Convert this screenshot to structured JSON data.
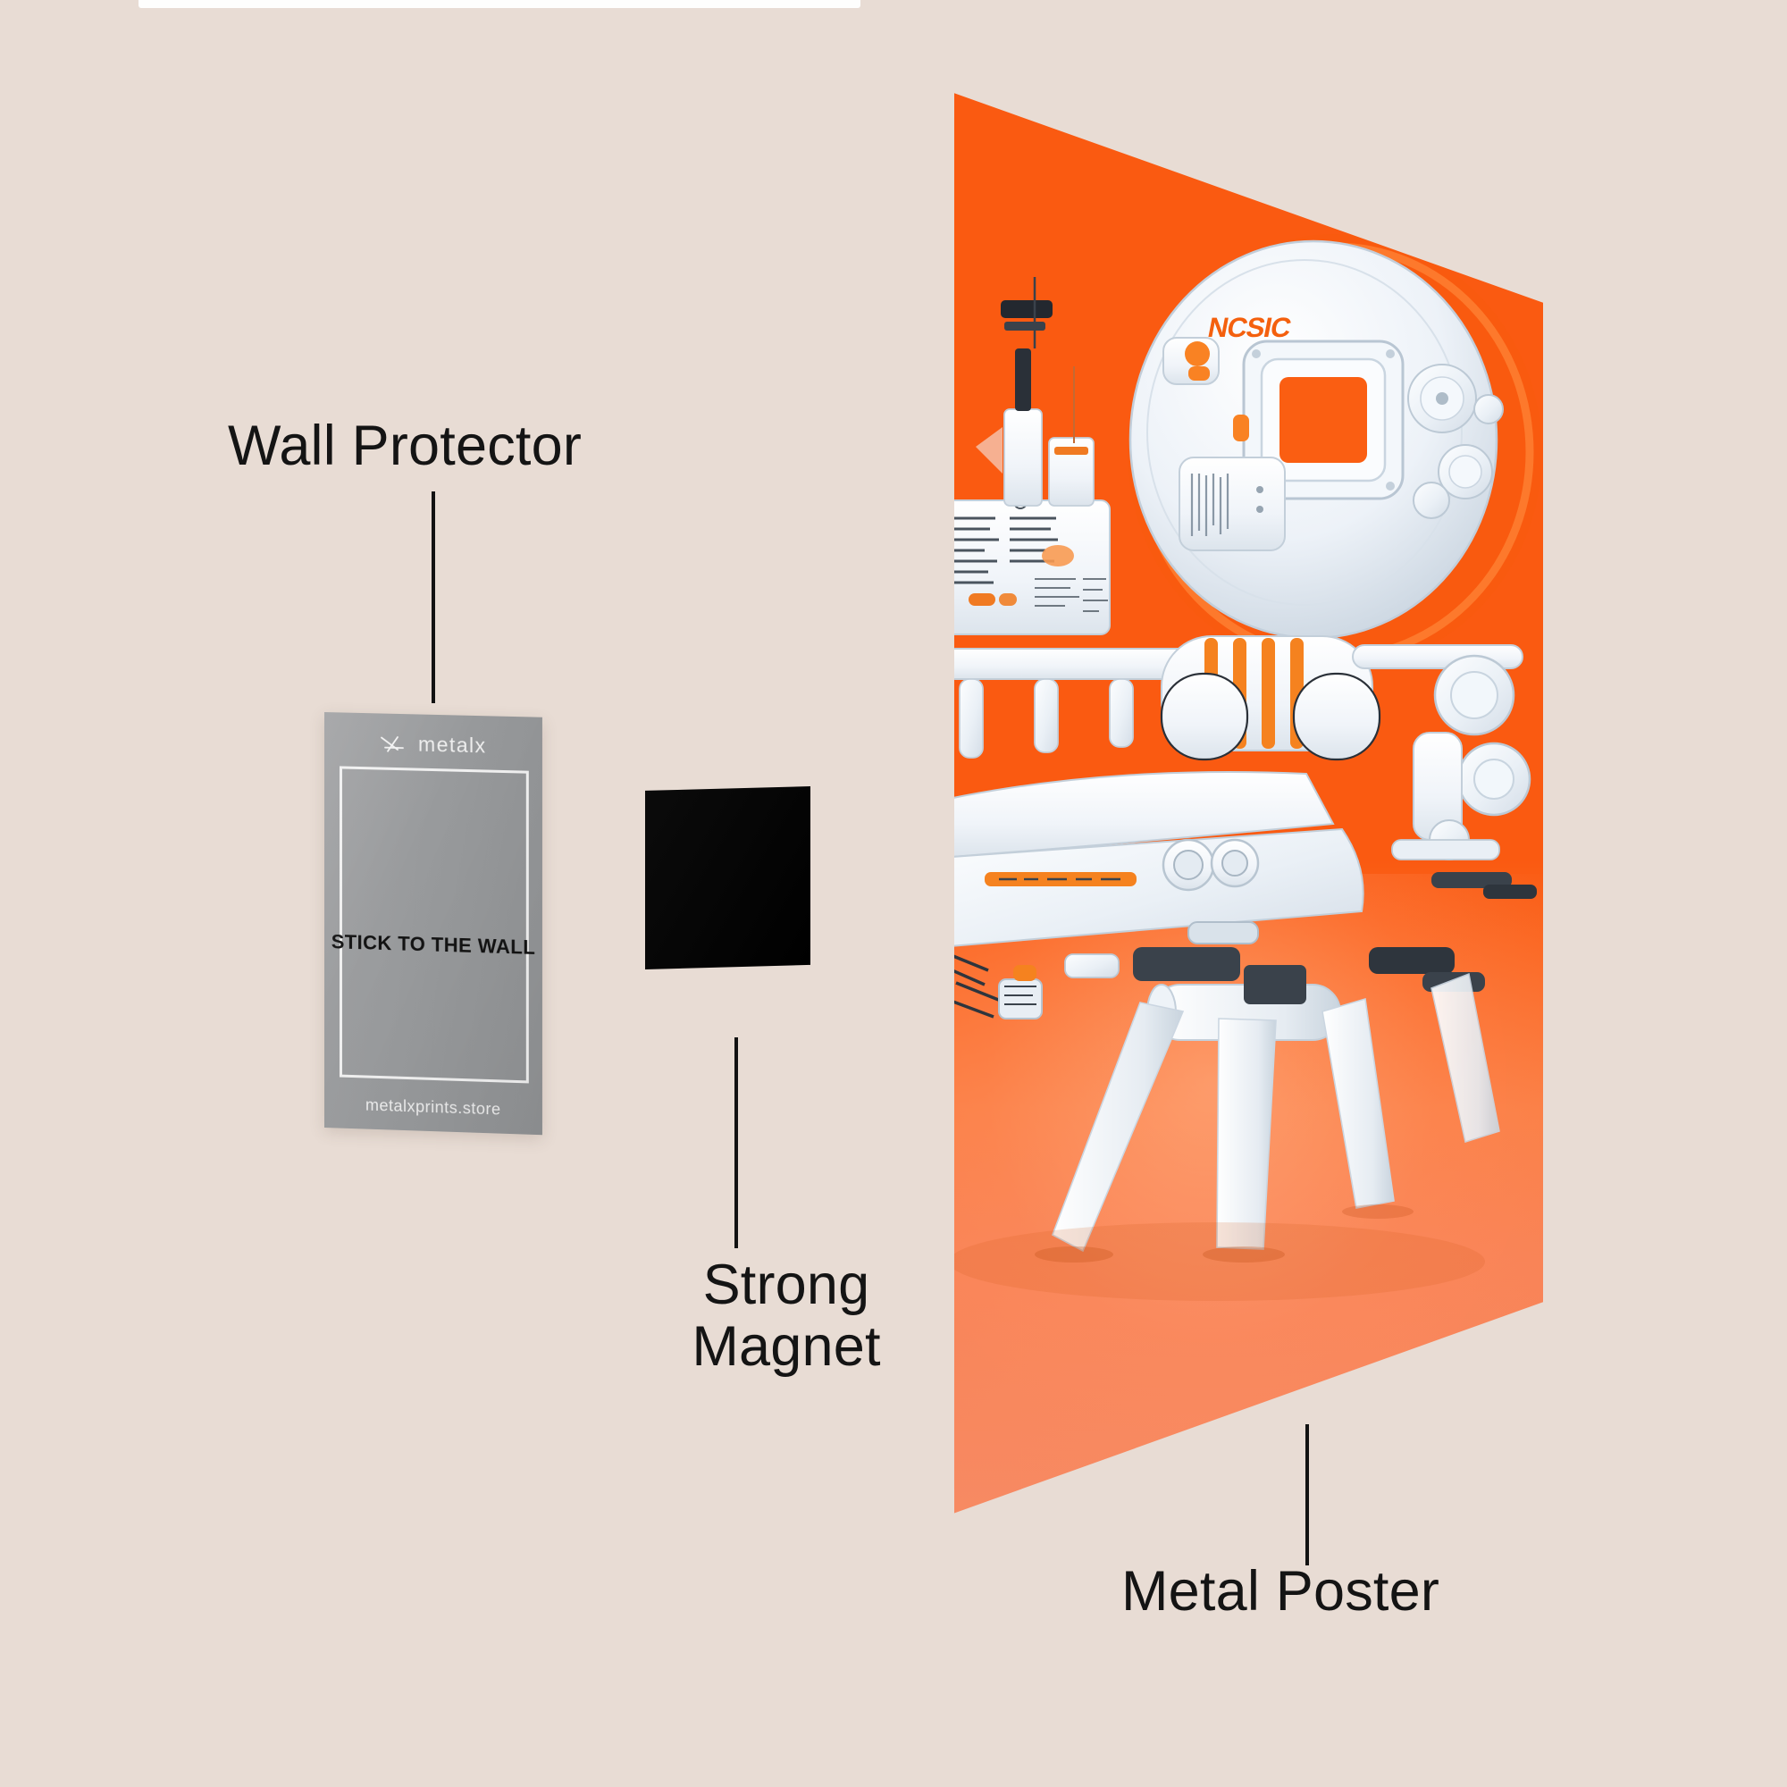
{
  "background": {
    "color": "#E8DCD4"
  },
  "callouts": [
    {
      "id": "wall-protector",
      "label": "Wall Protector"
    },
    {
      "id": "strong-magnet",
      "label": "Strong Magnet"
    },
    {
      "id": "metal-poster",
      "label": "Metal Poster"
    }
  ],
  "wall_protector_card": {
    "brand_name": "metalx",
    "logo_icon": "metalx-cross-icon",
    "center_text": "STICK TO THE WALL",
    "footer_text": "metalxprints.store",
    "card_color": "#989A9C",
    "frame_color": "#F0F0F0"
  },
  "magnet": {
    "name": "Strong Magnet",
    "color": "#050505"
  },
  "metal_poster": {
    "artwork_wordmark": "NCSIC",
    "accent_color": "#FA5A11",
    "wordmark_color": "#F4600E",
    "subject": "futuristic white pod chair with control panels on orange background"
  }
}
